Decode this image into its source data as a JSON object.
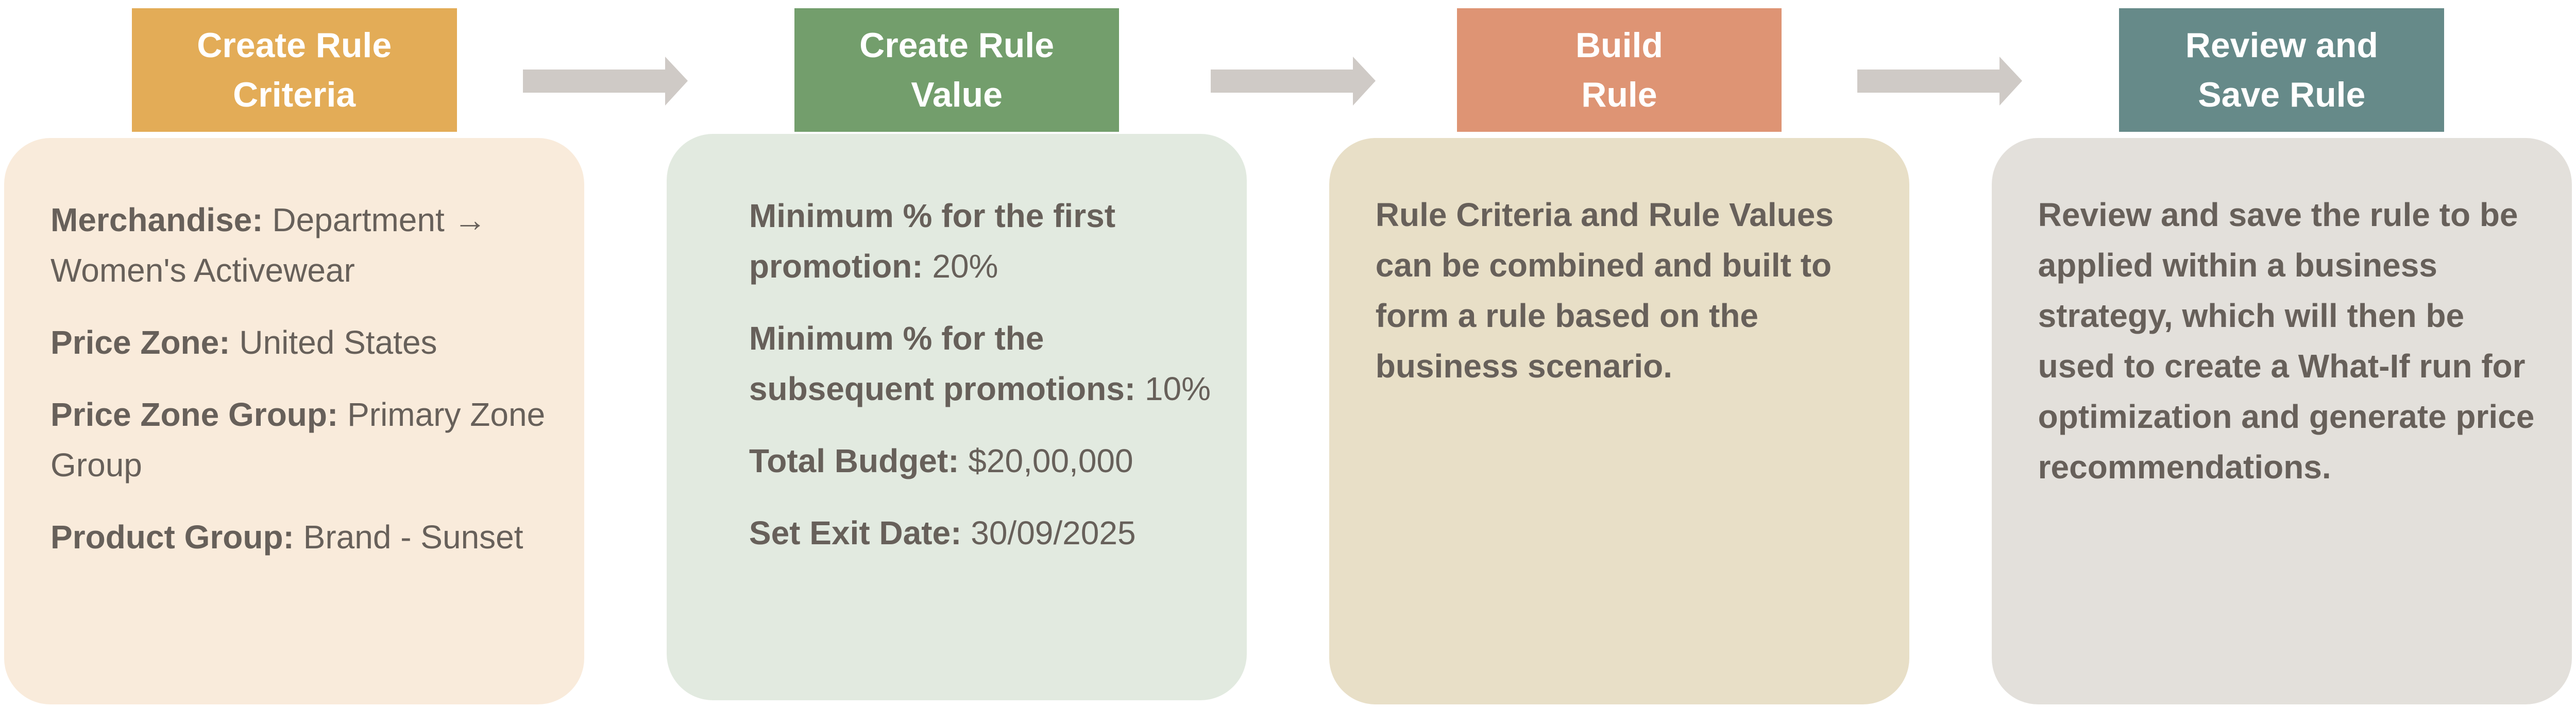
{
  "colors": {
    "step1": "#E3AC57",
    "step2": "#739E6C",
    "step3": "#DE9474",
    "step4": "#668A89",
    "card1": "#F9EBDB",
    "card2": "#E2EAE0",
    "card3": "#E8DFC7",
    "card4": "#E3E0DB",
    "arrow": "#CFCAC6",
    "text": "#67605A"
  },
  "steps": [
    {
      "title_line1": "Create Rule",
      "title_line2": "Criteria",
      "items": [
        {
          "label": "Merchandise:",
          "value": "Department → Women's Activewear"
        },
        {
          "label": "Price Zone:",
          "value": "United States"
        },
        {
          "label": "Price Zone Group:",
          "value": "Primary Zone Group"
        },
        {
          "label": "Product Group:",
          "value": "Brand - Sunset"
        }
      ]
    },
    {
      "title_line1": "Create Rule",
      "title_line2": "Value",
      "items": [
        {
          "label": "Minimum % for the first promotion:",
          "value": "20%"
        },
        {
          "label": "Minimum % for the subsequent promotions:",
          "value": "10%"
        },
        {
          "label": "Total Budget:",
          "value": "$20,00,000"
        },
        {
          "label": "Set Exit Date:",
          "value": "30/09/2025"
        }
      ]
    },
    {
      "title_line1": "Build",
      "title_line2": "Rule",
      "description": "Rule Criteria and Rule Values can be combined and built to form a rule based on the business scenario."
    },
    {
      "title_line1": "Review and",
      "title_line2": "Save Rule",
      "description": "Review and save the rule to be applied within a business strategy, which will then be used to create a What-If run for optimization and generate price recommendations."
    }
  ]
}
